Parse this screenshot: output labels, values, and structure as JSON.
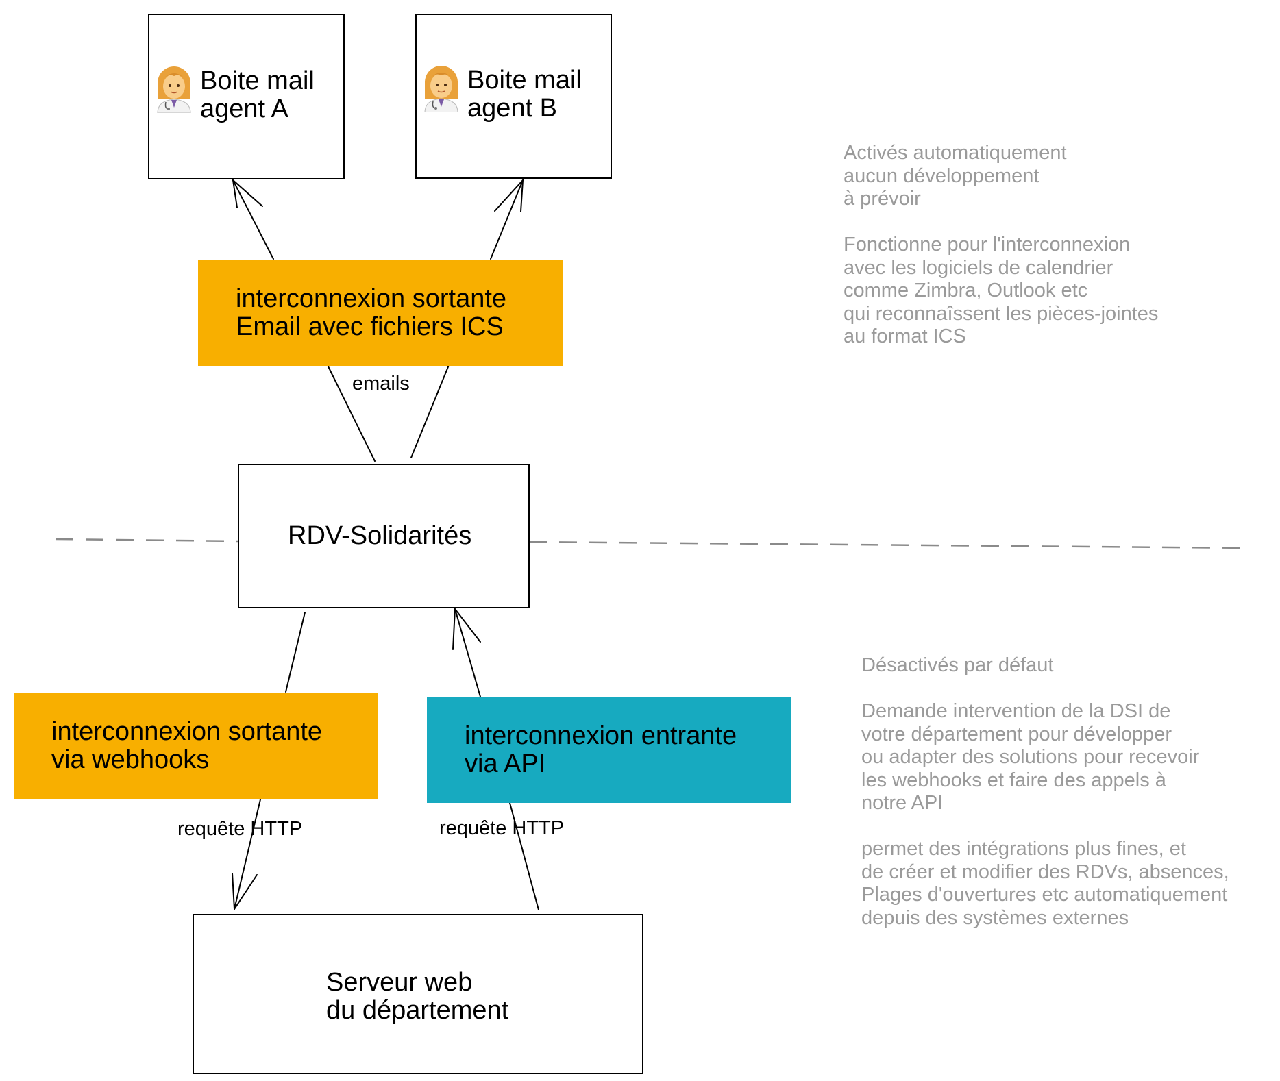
{
  "nodes": {
    "agent_a": {
      "label": "Boite mail\nagent A",
      "icon": "woman-health-worker-icon"
    },
    "agent_b": {
      "label": "Boite mail\nagent B",
      "icon": "woman-health-worker-icon"
    },
    "email_ics": {
      "label": "interconnexion sortante\nEmail avec fichiers ICS",
      "color": "#F8AF00"
    },
    "rdv": {
      "label": "RDV-Solidarités"
    },
    "webhooks": {
      "label": "interconnexion sortante\nvia webhooks",
      "color": "#F8AF00"
    },
    "api": {
      "label": "interconnexion entrante\nvia API",
      "color": "#17AAC0"
    },
    "server": {
      "label": "Serveur web\ndu département"
    }
  },
  "edge_labels": {
    "emails": "emails",
    "http_left": "requête HTTP",
    "http_right": "requête HTTP"
  },
  "notes": {
    "top": "Activés automatiquement\naucun développement\nà prévoir\n\nFonctionne pour l'interconnexion\navec les logiciels de calendrier\ncomme Zimbra, Outlook etc\nqui reconnaîssent les pièces-jointes\nau format ICS",
    "bottom": "Désactivés par défaut\n\nDemande intervention de la DSI de\nvotre département pour développer\nou adapter des solutions pour recevoir\nles webhooks et faire des appels à\nnotre API\n\npermet des intégrations plus fines, et\nde créer et modifier des RDVs, absences,\nPlages d'ouvertures etc automatiquement\ndepuis des systèmes externes"
  },
  "colors": {
    "note_text": "#9a9a9a",
    "divider": "#8a8a8a",
    "orange": "#F8AF00",
    "teal": "#17AAC0"
  }
}
